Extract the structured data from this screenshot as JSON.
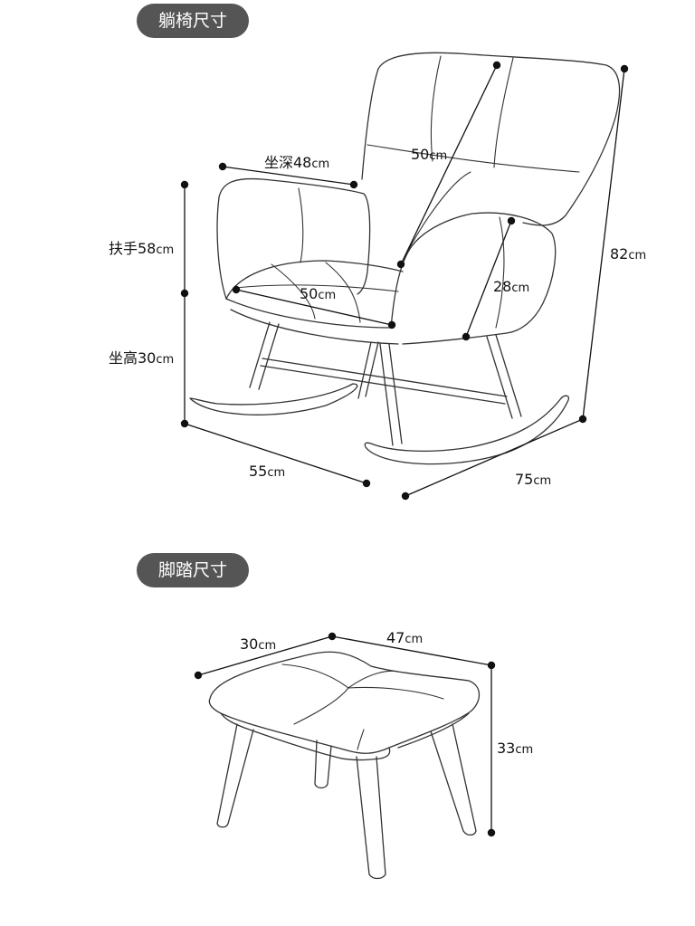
{
  "headers": {
    "chair": "躺椅尺寸",
    "footrest": "脚踏尺寸"
  },
  "chair": {
    "seat_depth": {
      "label": "坐深48",
      "unit": "cm"
    },
    "back_height": {
      "label": "50",
      "unit": "cm"
    },
    "armrest": {
      "label": "扶手58",
      "unit": "cm"
    },
    "seat_width": {
      "label": "50",
      "unit": "cm"
    },
    "arm_height": {
      "label": "28",
      "unit": "cm"
    },
    "total_height": {
      "label": "82",
      "unit": "cm"
    },
    "seat_height": {
      "label": "坐高30",
      "unit": "cm"
    },
    "width": {
      "label": "55",
      "unit": "cm"
    },
    "depth": {
      "label": "75",
      "unit": "cm"
    }
  },
  "footrest": {
    "depth": {
      "label": "30",
      "unit": "cm"
    },
    "width": {
      "label": "47",
      "unit": "cm"
    },
    "height": {
      "label": "33",
      "unit": "cm"
    }
  }
}
